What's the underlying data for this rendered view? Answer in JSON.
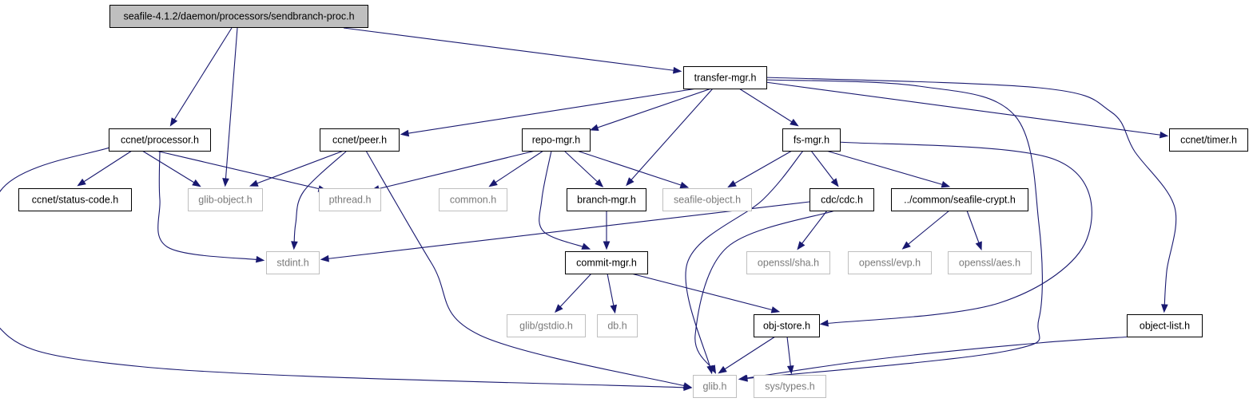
{
  "diagram": {
    "colors": {
      "edge": "#191970",
      "root_fill": "#bfbfbf",
      "box_fill": "#ffffff",
      "box_border": "#000000",
      "ghost_border": "#bfbfbf",
      "ghost_text": "#7a7a7a"
    },
    "nodes": [
      {
        "id": "root",
        "label": "seafile-4.1.2/daemon/processors/sendbranch-proc.h",
        "style": "root"
      },
      {
        "id": "transfer_mgr",
        "label": "transfer-mgr.h",
        "style": "solid"
      },
      {
        "id": "processor",
        "label": "ccnet/processor.h",
        "style": "solid"
      },
      {
        "id": "peer",
        "label": "ccnet/peer.h",
        "style": "solid"
      },
      {
        "id": "repo_mgr",
        "label": "repo-mgr.h",
        "style": "solid"
      },
      {
        "id": "fs_mgr",
        "label": "fs-mgr.h",
        "style": "solid"
      },
      {
        "id": "timer",
        "label": "ccnet/timer.h",
        "style": "solid"
      },
      {
        "id": "status_code",
        "label": "ccnet/status-code.h",
        "style": "solid"
      },
      {
        "id": "glib_object",
        "label": "glib-object.h",
        "style": "ghost"
      },
      {
        "id": "pthread",
        "label": "pthread.h",
        "style": "ghost"
      },
      {
        "id": "common",
        "label": "common.h",
        "style": "ghost"
      },
      {
        "id": "branch_mgr",
        "label": "branch-mgr.h",
        "style": "solid"
      },
      {
        "id": "seafile_object",
        "label": "seafile-object.h",
        "style": "ghost"
      },
      {
        "id": "cdc",
        "label": "cdc/cdc.h",
        "style": "solid"
      },
      {
        "id": "seafile_crypt",
        "label": "../common/seafile-crypt.h",
        "style": "solid"
      },
      {
        "id": "stdint",
        "label": "stdint.h",
        "style": "ghost"
      },
      {
        "id": "commit_mgr",
        "label": "commit-mgr.h",
        "style": "solid"
      },
      {
        "id": "openssl_sha",
        "label": "openssl/sha.h",
        "style": "ghost"
      },
      {
        "id": "openssl_evp",
        "label": "openssl/evp.h",
        "style": "ghost"
      },
      {
        "id": "openssl_aes",
        "label": "openssl/aes.h",
        "style": "ghost"
      },
      {
        "id": "glib_gstdio",
        "label": "glib/gstdio.h",
        "style": "ghost"
      },
      {
        "id": "db",
        "label": "db.h",
        "style": "ghost"
      },
      {
        "id": "obj_store",
        "label": "obj-store.h",
        "style": "solid"
      },
      {
        "id": "object_list",
        "label": "object-list.h",
        "style": "solid"
      },
      {
        "id": "glib",
        "label": "glib.h",
        "style": "ghost"
      },
      {
        "id": "sys_types",
        "label": "sys/types.h",
        "style": "ghost"
      }
    ],
    "edges": [
      {
        "from": "root",
        "to": "processor"
      },
      {
        "from": "root",
        "to": "glib_object"
      },
      {
        "from": "root",
        "to": "transfer_mgr"
      },
      {
        "from": "transfer_mgr",
        "to": "peer"
      },
      {
        "from": "transfer_mgr",
        "to": "repo_mgr"
      },
      {
        "from": "transfer_mgr",
        "to": "branch_mgr"
      },
      {
        "from": "transfer_mgr",
        "to": "fs_mgr"
      },
      {
        "from": "transfer_mgr",
        "to": "glib"
      },
      {
        "from": "transfer_mgr",
        "to": "timer"
      },
      {
        "from": "transfer_mgr",
        "to": "object_list"
      },
      {
        "from": "processor",
        "to": "status_code"
      },
      {
        "from": "processor",
        "to": "glib_object"
      },
      {
        "from": "processor",
        "to": "pthread"
      },
      {
        "from": "processor",
        "to": "stdint"
      },
      {
        "from": "processor",
        "to": "glib"
      },
      {
        "from": "peer",
        "to": "glib_object"
      },
      {
        "from": "peer",
        "to": "stdint"
      },
      {
        "from": "peer",
        "to": "glib"
      },
      {
        "from": "repo_mgr",
        "to": "pthread"
      },
      {
        "from": "repo_mgr",
        "to": "common"
      },
      {
        "from": "repo_mgr",
        "to": "branch_mgr"
      },
      {
        "from": "repo_mgr",
        "to": "seafile_object"
      },
      {
        "from": "repo_mgr",
        "to": "commit_mgr"
      },
      {
        "from": "fs_mgr",
        "to": "seafile_object"
      },
      {
        "from": "fs_mgr",
        "to": "cdc"
      },
      {
        "from": "fs_mgr",
        "to": "seafile_crypt"
      },
      {
        "from": "fs_mgr",
        "to": "glib"
      },
      {
        "from": "fs_mgr",
        "to": "obj_store"
      },
      {
        "from": "branch_mgr",
        "to": "commit_mgr"
      },
      {
        "from": "cdc",
        "to": "stdint"
      },
      {
        "from": "cdc",
        "to": "openssl_sha"
      },
      {
        "from": "cdc",
        "to": "glib"
      },
      {
        "from": "seafile_crypt",
        "to": "openssl_evp"
      },
      {
        "from": "seafile_crypt",
        "to": "openssl_aes"
      },
      {
        "from": "commit_mgr",
        "to": "glib_gstdio"
      },
      {
        "from": "commit_mgr",
        "to": "db"
      },
      {
        "from": "commit_mgr",
        "to": "obj_store"
      },
      {
        "from": "obj_store",
        "to": "glib"
      },
      {
        "from": "obj_store",
        "to": "sys_types"
      },
      {
        "from": "object_list",
        "to": "glib"
      }
    ]
  }
}
